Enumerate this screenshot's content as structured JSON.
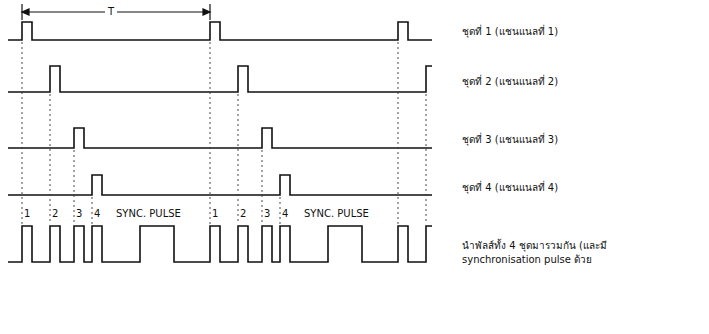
{
  "diagram": {
    "labels": [
      "T",
      "ชุดที่ 1 (แชนแนลที่ 1)",
      "ชุดที่ 2 (แชนแนลที่ 2)",
      "ชุดที่ 3 (แชนแนลที่ 3)",
      "ชุดที่ 4 (แชนแนลที่ 4)",
      "1",
      "2",
      "3",
      "4",
      "SYNC. PULSE",
      "1",
      "2",
      "3",
      "4",
      "SYNC. PULSE",
      "นำพัลส์ทั้ง 4 ชุดมารวมกัน (และมี",
      "synchronisation pulse ด้วย"
    ]
  }
}
